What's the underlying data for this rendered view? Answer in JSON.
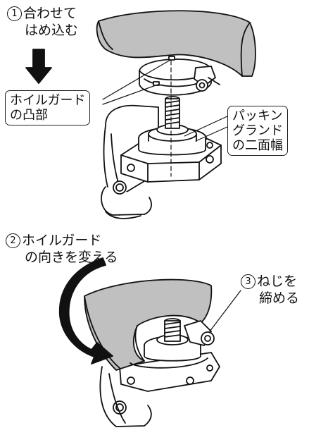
{
  "step1": {
    "number": "1",
    "line1": "合わせて",
    "line2": "はめ込む"
  },
  "label_guard_tab": {
    "line1": "ホイルガード",
    "line2": "の凸部"
  },
  "label_gland": {
    "line1": "パッキン",
    "line2": "グランド",
    "line3": "の二面幅"
  },
  "step2": {
    "number": "2",
    "line1": "ホイルガード",
    "line2": "の向きを変える"
  },
  "step3": {
    "number": "3",
    "line1": "ねじを",
    "line2": "締める"
  },
  "colors": {
    "line": "#111111",
    "guard_fill": "#bfbfbf",
    "arrow": "#111111",
    "white": "#ffffff"
  }
}
